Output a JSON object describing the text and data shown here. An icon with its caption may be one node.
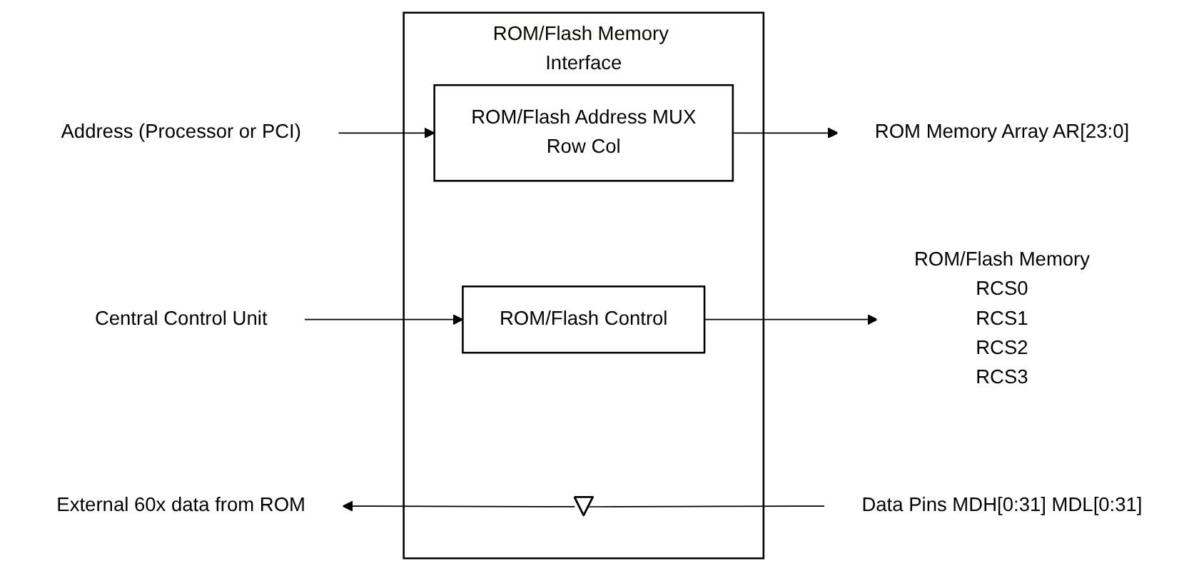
{
  "diagram": {
    "nodes": [
      {
        "text": [
          "ROM/Flash Memory Interface"
        ]
      },
      {
        "text": [
          "Address (Processor or PCI)"
        ]
      },
      {
        "text": [
          "ROM/Flash Address MUX",
          "Row Col"
        ],
        "in": 0
      },
      {
        "text": [
          "ROM Memory Array AR[23:0]"
        ]
      },
      {
        "text": [
          "Central Control Unit"
        ]
      },
      {
        "text": [
          "ROM/Flash Control"
        ],
        "in": 0
      },
      {
        "text": [
          "ROM/Flash Memory",
          "RCS0",
          "RCS1",
          "RCS2",
          "RCS3"
        ]
      },
      {
        "text": [
          "External 60x data from ROM"
        ]
      },
      {
        "text": [],
        "shape": "triangle",
        "in": 0
      },
      {
        "text": [
          "Data Pins MDH[0:31] MDL[0:31]"
        ]
      }
    ],
    "edges": [
      {
        "from": 1,
        "to": 2,
        "arrow": "to"
      },
      {
        "from": 2,
        "to": 3,
        "arrow": "to"
      },
      {
        "from": 4,
        "to": 5,
        "arrow": "to"
      },
      {
        "from": 5,
        "to": 6,
        "arrow": "to"
      },
      {
        "from": 9,
        "to": 8,
        "arrow": "none"
      },
      {
        "from": 8,
        "to": 7,
        "arrow": "to"
      }
    ]
  }
}
